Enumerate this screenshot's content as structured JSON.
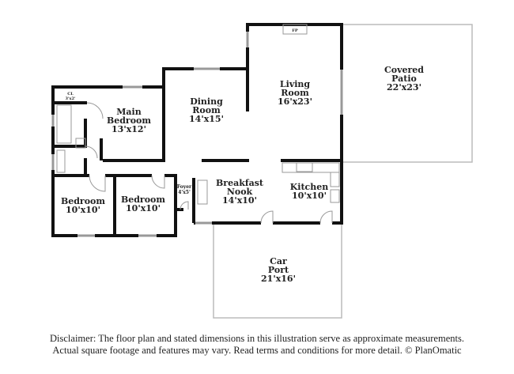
{
  "rooms": {
    "living": {
      "name1": "Living",
      "name2": "Room",
      "size": "16'x23'"
    },
    "dining": {
      "name1": "Dining",
      "name2": "Room",
      "size": "14'x15'"
    },
    "main_bedroom": {
      "name1": "Main",
      "name2": "Bedroom",
      "size": "13'x12'"
    },
    "bedroom1": {
      "name": "Bedroom",
      "size": "10'x10'"
    },
    "bedroom2": {
      "name": "Bedroom",
      "size": "10'x10'"
    },
    "breakfast": {
      "name1": "Breakfast",
      "name2": "Nook",
      "size": "14'x10'"
    },
    "kitchen": {
      "name": "Kitchen",
      "size": "10'x10'"
    },
    "foyer": {
      "name": "Foyer",
      "size": "4'x5'"
    },
    "closet": {
      "name": "CL",
      "size": "3'x2'"
    },
    "patio": {
      "name1": "Covered",
      "name2": "Patio",
      "size": "22'x23'"
    },
    "carport": {
      "name1": "Car",
      "name2": "Port",
      "size": "21'x16'"
    },
    "fireplace": "FP"
  },
  "disclaimer": {
    "line1": "Disclaimer: The floor plan and stated dimensions in this illustration serve as approximate measurements.",
    "line2": "Actual square footage and features may vary. Read terms and conditions for more detail. © PlanOmatic"
  }
}
